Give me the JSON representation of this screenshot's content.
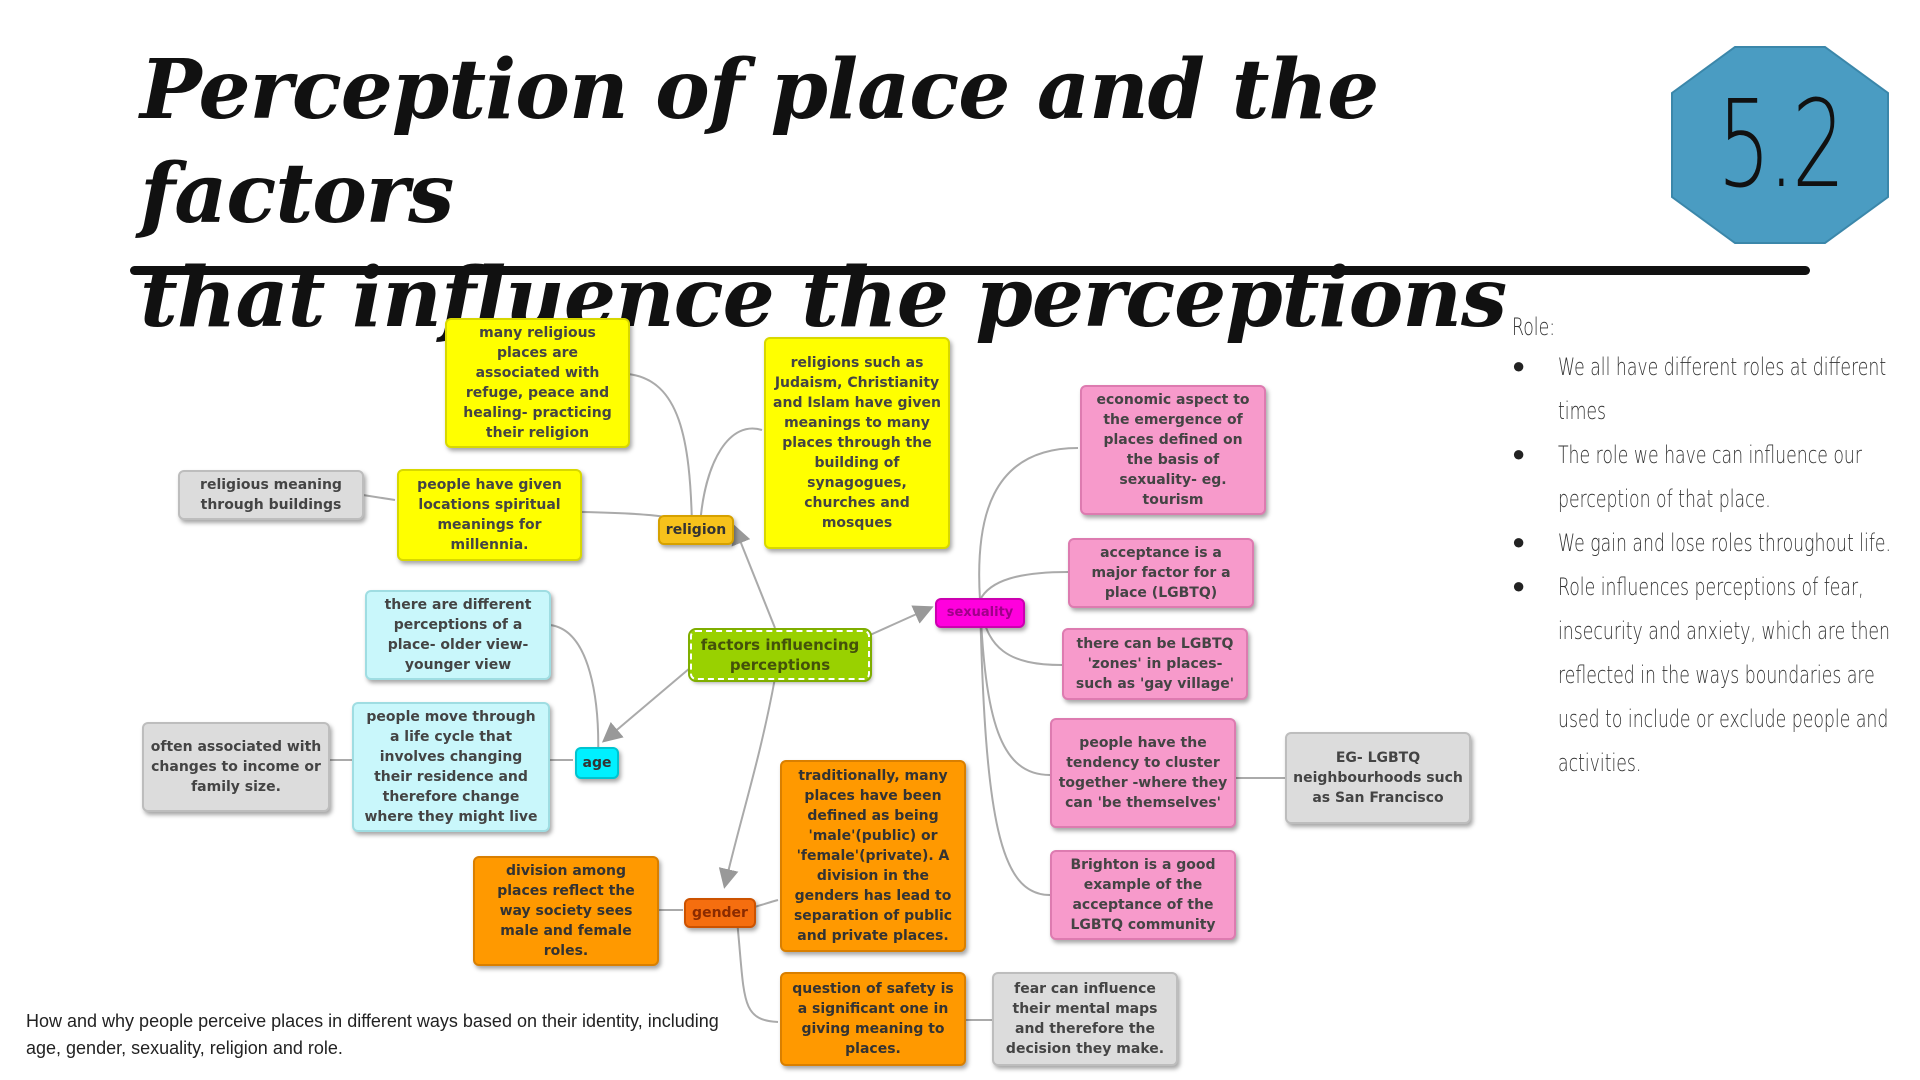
{
  "title": {
    "line1": "Perception of place and the factors",
    "line2": "that influence the perceptions"
  },
  "badge": {
    "number": "5.2",
    "color": "#4a9cc2"
  },
  "mindmap": {
    "center": "factors influencing perceptions",
    "hubs": {
      "religion": "religion",
      "age": "age",
      "gender": "gender",
      "sexuality": "sexuality"
    },
    "religion": {
      "refuge": "many religious places are associated with refuge, peace and healing- practicing their religion",
      "spiritual": "people have given locations spiritual meanings for millennia.",
      "buildings": "religious meaning through buildings",
      "meanings": "religions such as Judaism, Christianity and Islam have given meanings to many places through the building of synagogues, churches and mosques"
    },
    "age": {
      "perceptions": "there are different perceptions of a place- older view- younger view",
      "lifecycle": "people move through a life cycle that involves changing their residence and therefore change where they might live",
      "income": "often associated with changes to income or family size."
    },
    "gender": {
      "division": "division among places reflect the way society sees male and female roles.",
      "traditional": "traditionally, many places have been defined as being 'male'(public) or 'female'(private). A division in the genders has lead to separation of public and private places.",
      "safety": "question of safety is a significant one in giving meaning to places.",
      "fear": "fear can influence their mental maps and therefore the decision they make."
    },
    "sexuality": {
      "economic": "economic aspect to the emergence of places defined on the basis of sexuality- eg. tourism",
      "acceptance": "acceptance is a major factor for a place (LGBTQ)",
      "zones": "there can be LGBTQ 'zones' in places- such as 'gay village'",
      "cluster": "people have the tendency to cluster together -where they can 'be themselves'",
      "neighbourhoods": "EG- LGBTQ neighbourhoods such as San Francisco",
      "brighton": "Brighton is a good example of the acceptance of the LGBTQ community"
    }
  },
  "caption": "How and why people perceive places in different ways based on their identity, including age, gender, sexuality, religion and role.",
  "side": {
    "heading": "Role:",
    "bullets": [
      "We all have different roles at different times",
      "The role we have can influence our perception of that place.",
      "We gain and lose roles throughout life.",
      "Role influences perceptions of fear, insecurity and anxiety, which are then reflected in the ways boundaries are used to include or exclude people and activities."
    ]
  }
}
